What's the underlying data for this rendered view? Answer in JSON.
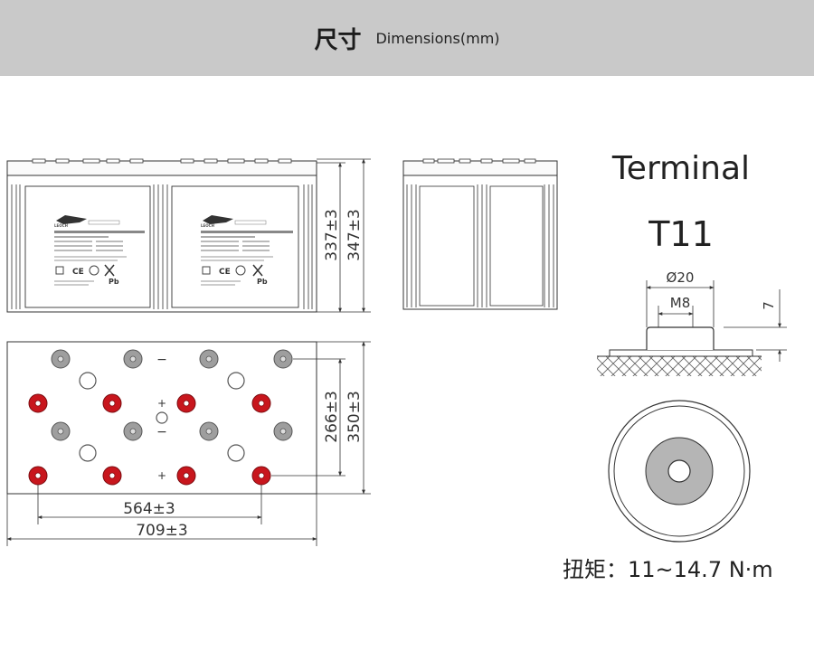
{
  "header": {
    "title_zh": "尺寸",
    "title_en": "Dimensions(mm)"
  },
  "dimensions": {
    "height_inner": "337±3",
    "height_total": "347±3",
    "depth_inner": "266±3",
    "depth_total": "350±3",
    "width_inner": "564±3",
    "width_total": "709±3"
  },
  "terminal": {
    "title": "Terminal",
    "model": "T11",
    "diameter": "Ø20",
    "thread": "M8",
    "height": "7",
    "torque": "扭矩：11~14.7 N·m"
  },
  "label": {
    "brand": "LEOCH"
  },
  "polarity": {
    "plus": "+",
    "minus": "−"
  }
}
